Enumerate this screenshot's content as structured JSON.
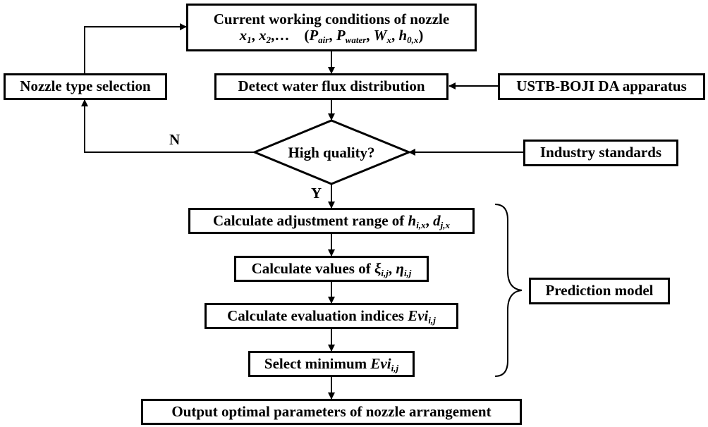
{
  "nodes": {
    "current_conditions": {
      "line1": "Current working conditions of nozzle",
      "x1": "x",
      "x1_sub": "1",
      "x2": "x",
      "x2_sub": "2",
      "ellipsis": "…",
      "p_air": "P",
      "p_air_sub": "air",
      "p_water": "P",
      "p_water_sub": "water",
      "w": "W",
      "w_sub": "x",
      "h0": "h",
      "h0_sub": "0,x"
    },
    "nozzle_type_selection": "Nozzle type selection",
    "detect_water_flux": "Detect water flux distribution",
    "ustb_apparatus": "USTB-BOJI DA apparatus",
    "decision": "High quality?",
    "industry_standards": "Industry standards",
    "calc_adjustment": {
      "text": "Calculate adjustment range of ",
      "h": "h",
      "h_sub": "i,x",
      "d": "d",
      "d_sub": "j,x"
    },
    "calc_values": {
      "text": "Calculate values of ",
      "xi": "ξ",
      "xi_sub": "i,j",
      "eta": "η",
      "eta_sub": "i,j"
    },
    "calc_indices": {
      "text": "Calculate evaluation indices ",
      "evi": "Evi",
      "evi_sub": "i,j"
    },
    "select_min": {
      "text": "Select minimum ",
      "evi": "Evi",
      "evi_sub": "i,j"
    },
    "output": "Output optimal parameters of nozzle arrangement",
    "prediction_model": "Prediction model"
  },
  "edge_labels": {
    "no": "N",
    "yes": "Y"
  }
}
